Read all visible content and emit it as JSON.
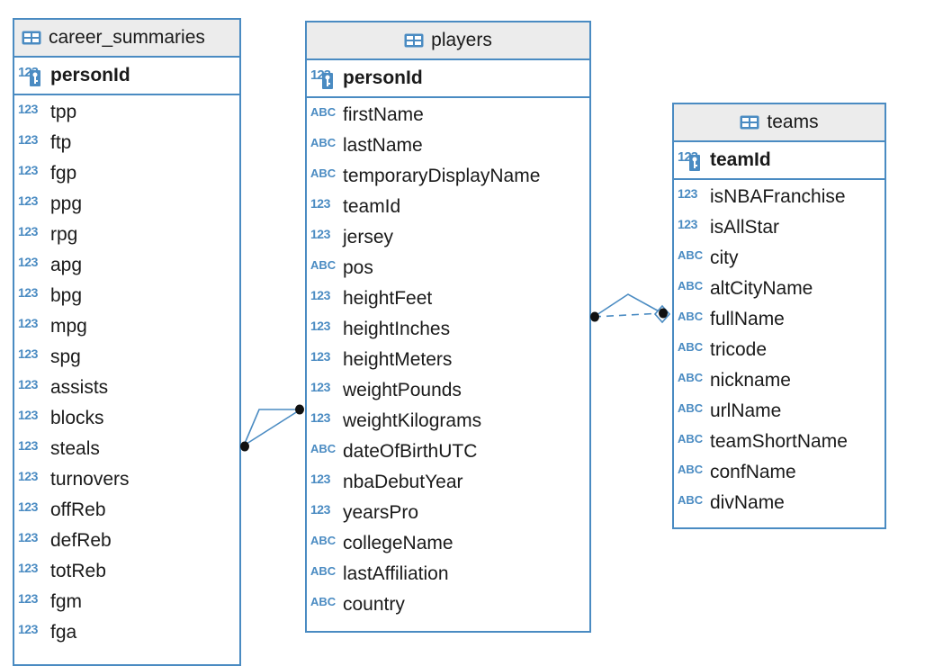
{
  "colors": {
    "border": "#4a8bc2",
    "header_bg": "#ececec",
    "type_badge": "#4a8bc2",
    "text": "#1a1a1a"
  },
  "entities": {
    "career_summaries": {
      "name": "career_summaries",
      "icon": "table-icon",
      "pk": {
        "type": "123",
        "name": "personId"
      },
      "attributes": [
        {
          "type": "123",
          "name": "tpp"
        },
        {
          "type": "123",
          "name": "ftp"
        },
        {
          "type": "123",
          "name": "fgp"
        },
        {
          "type": "123",
          "name": "ppg"
        },
        {
          "type": "123",
          "name": "rpg"
        },
        {
          "type": "123",
          "name": "apg"
        },
        {
          "type": "123",
          "name": "bpg"
        },
        {
          "type": "123",
          "name": "mpg"
        },
        {
          "type": "123",
          "name": "spg"
        },
        {
          "type": "123",
          "name": "assists"
        },
        {
          "type": "123",
          "name": "blocks"
        },
        {
          "type": "123",
          "name": "steals"
        },
        {
          "type": "123",
          "name": "turnovers"
        },
        {
          "type": "123",
          "name": "offReb"
        },
        {
          "type": "123",
          "name": "defReb"
        },
        {
          "type": "123",
          "name": "totReb"
        },
        {
          "type": "123",
          "name": "fgm"
        },
        {
          "type": "123",
          "name": "fga"
        }
      ]
    },
    "players": {
      "name": "players",
      "icon": "table-icon",
      "pk": {
        "type": "123",
        "name": "personId"
      },
      "attributes": [
        {
          "type": "ABC",
          "name": "firstName"
        },
        {
          "type": "ABC",
          "name": "lastName"
        },
        {
          "type": "ABC",
          "name": "temporaryDisplayName"
        },
        {
          "type": "123",
          "name": "teamId"
        },
        {
          "type": "123",
          "name": "jersey"
        },
        {
          "type": "ABC",
          "name": "pos"
        },
        {
          "type": "123",
          "name": "heightFeet"
        },
        {
          "type": "123",
          "name": "heightInches"
        },
        {
          "type": "123",
          "name": "heightMeters"
        },
        {
          "type": "123",
          "name": "weightPounds"
        },
        {
          "type": "123",
          "name": "weightKilograms"
        },
        {
          "type": "ABC",
          "name": "dateOfBirthUTC"
        },
        {
          "type": "123",
          "name": "nbaDebutYear"
        },
        {
          "type": "123",
          "name": "yearsPro"
        },
        {
          "type": "ABC",
          "name": "collegeName"
        },
        {
          "type": "ABC",
          "name": "lastAffiliation"
        },
        {
          "type": "ABC",
          "name": "country"
        }
      ]
    },
    "teams": {
      "name": "teams",
      "icon": "table-icon",
      "pk": {
        "type": "123",
        "name": "teamId"
      },
      "attributes": [
        {
          "type": "123",
          "name": "isNBAFranchise"
        },
        {
          "type": "123",
          "name": "isAllStar"
        },
        {
          "type": "ABC",
          "name": "city"
        },
        {
          "type": "ABC",
          "name": "altCityName"
        },
        {
          "type": "ABC",
          "name": "fullName"
        },
        {
          "type": "ABC",
          "name": "tricode"
        },
        {
          "type": "ABC",
          "name": "nickname"
        },
        {
          "type": "ABC",
          "name": "urlName"
        },
        {
          "type": "ABC",
          "name": "teamShortName"
        },
        {
          "type": "ABC",
          "name": "confName"
        },
        {
          "type": "ABC",
          "name": "divName"
        }
      ]
    }
  },
  "relationships": [
    {
      "from": "career_summaries",
      "to": "players",
      "style": "solid"
    },
    {
      "from": "players",
      "to": "teams",
      "style": "dashed"
    }
  ]
}
